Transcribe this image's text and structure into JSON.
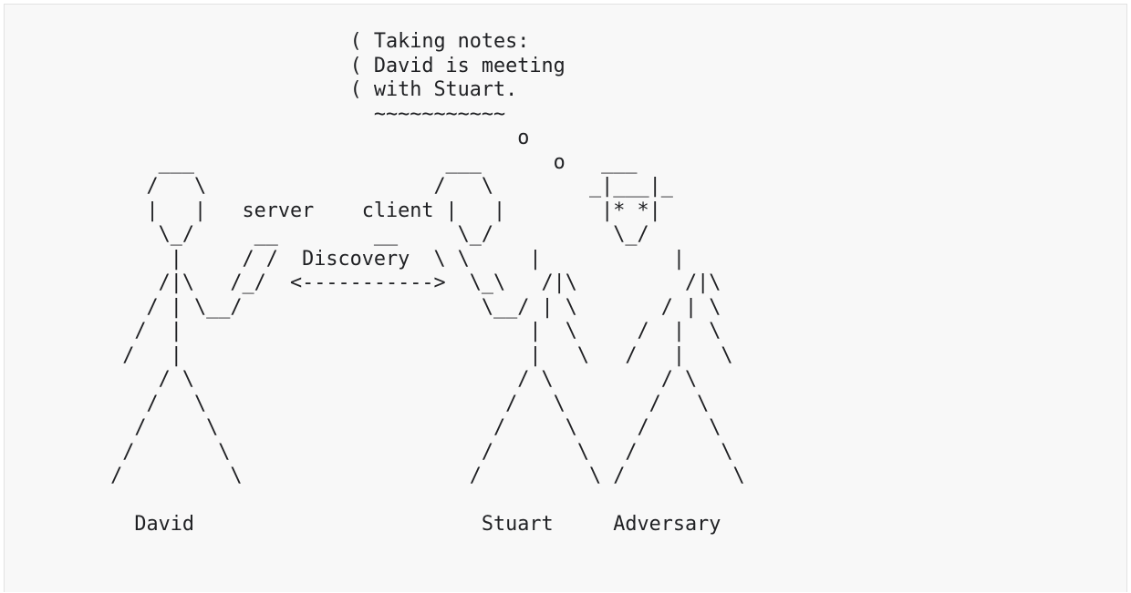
{
  "diagram": {
    "lines": [
      "                     ( Taking notes:",
      "                     ( David is meeting",
      "                     ( with Stuart.",
      "                       ~~~~~~~~~~~",
      "                                   o",
      "     ___                     ___      o   ___",
      "    /   \\                   /   \\        _|___|_",
      "    |   |   server    client |   |        |* *|",
      "     \\_/     __        __     \\_/          \\_/",
      "      |     / /  Discovery  \\ \\     |           |",
      "     /|\\   /_/  <----------->  \\_\\   /|\\         /|\\",
      "    / | \\__/                    \\__/ | \\       / | \\",
      "   /  |                             |  \\     /  |  \\",
      "  /   |                             |   \\   /   |   \\",
      "     / \\                           / \\         / \\",
      "    /   \\                         /   \\       /   \\",
      "   /     \\                       /     \\     /     \\",
      "  /       \\                     /       \\   /       \\",
      " /         \\                   /         \\ /         \\",
      "",
      "   David                        Stuart     Adversary"
    ],
    "actors": {
      "david": "David",
      "stuart": "Stuart",
      "adversary": "Adversary"
    },
    "labels": {
      "server": "server",
      "client": "client",
      "discovery": "Discovery",
      "arrow": "<----------->"
    },
    "thought_bubble": [
      "( Taking notes:",
      "( David is meeting",
      "( with Stuart."
    ]
  }
}
